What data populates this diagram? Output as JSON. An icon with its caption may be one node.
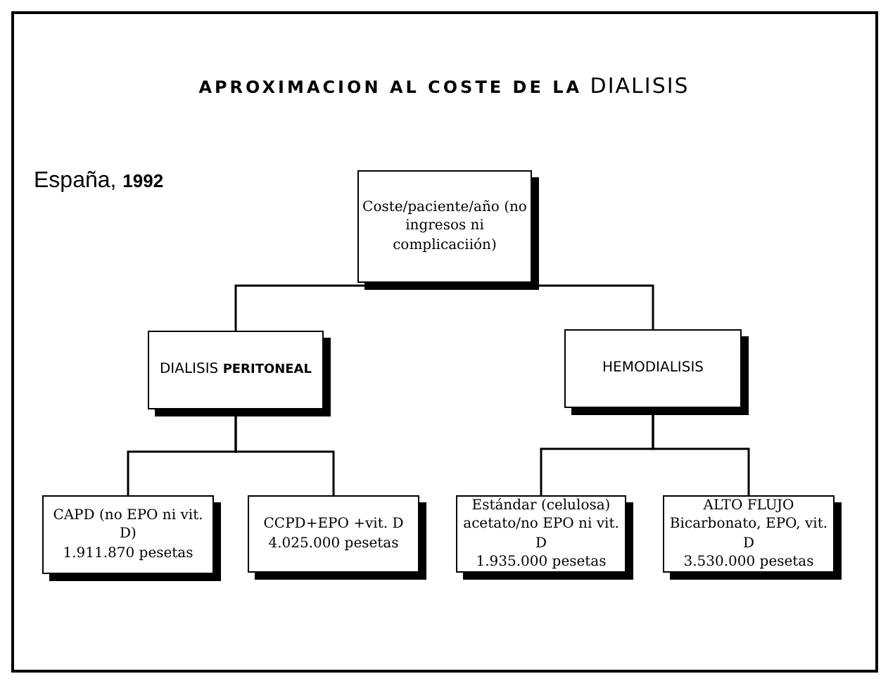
{
  "diagram": {
    "title": "**APROXIMACION AL COSTE DE LA** DIALISIS",
    "nodes": [
      {
        "text": [
          "Coste/paciente/año (no ingresos ni complicaciión)"
        ]
      },
      {
        "text": [
          "DIALISIS **PERITONEAL**"
        ]
      },
      {
        "text": [
          "HEMODIALISIS"
        ]
      },
      {
        "text": [
          "CAPD (no EPO ni vit. D)",
          "1.911.870 pesetas"
        ]
      },
      {
        "text": [
          "CCPD+EPO +vit. D",
          "4.025.000 pesetas"
        ]
      },
      {
        "text": [
          "Estándar (celulosa) acetato/no EPO ni vit. D",
          "1.935.000 pesetas"
        ]
      },
      {
        "text": [
          "ALTO FLUJO Bicarbonato, EPO, vit. D",
          "3.530.000 pesetas"
        ]
      }
    ],
    "edges": [
      {
        "from": 0,
        "to": 1,
        "arrow": "none"
      },
      {
        "from": 0,
        "to": 2,
        "arrow": "none"
      },
      {
        "from": 1,
        "to": 3,
        "arrow": "none"
      },
      {
        "from": 1,
        "to": 4,
        "arrow": "none"
      },
      {
        "from": 2,
        "to": 5,
        "arrow": "none"
      },
      {
        "from": 2,
        "to": 6,
        "arrow": "none"
      }
    ],
    "labels": [
      "España, **1992**"
    ]
  }
}
